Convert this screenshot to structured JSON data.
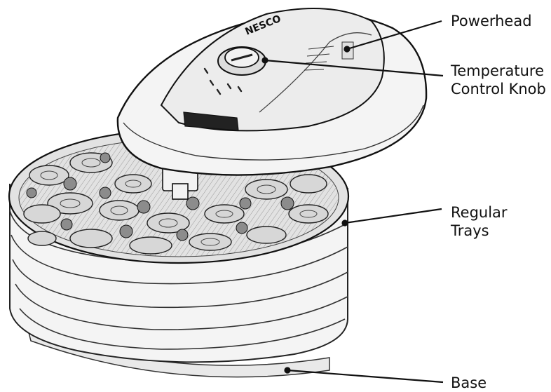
{
  "brand_mark": "NESCO",
  "callouts": {
    "powerhead": "Powerhead",
    "temperature_line1": "Temperature",
    "temperature_line2": "Control Knob",
    "trays_line1": "Regular",
    "trays_line2": "Trays",
    "base": "Base"
  },
  "colors": {
    "ink": "#111111",
    "paper": "#ffffff",
    "shade": "#cfcfcf"
  }
}
